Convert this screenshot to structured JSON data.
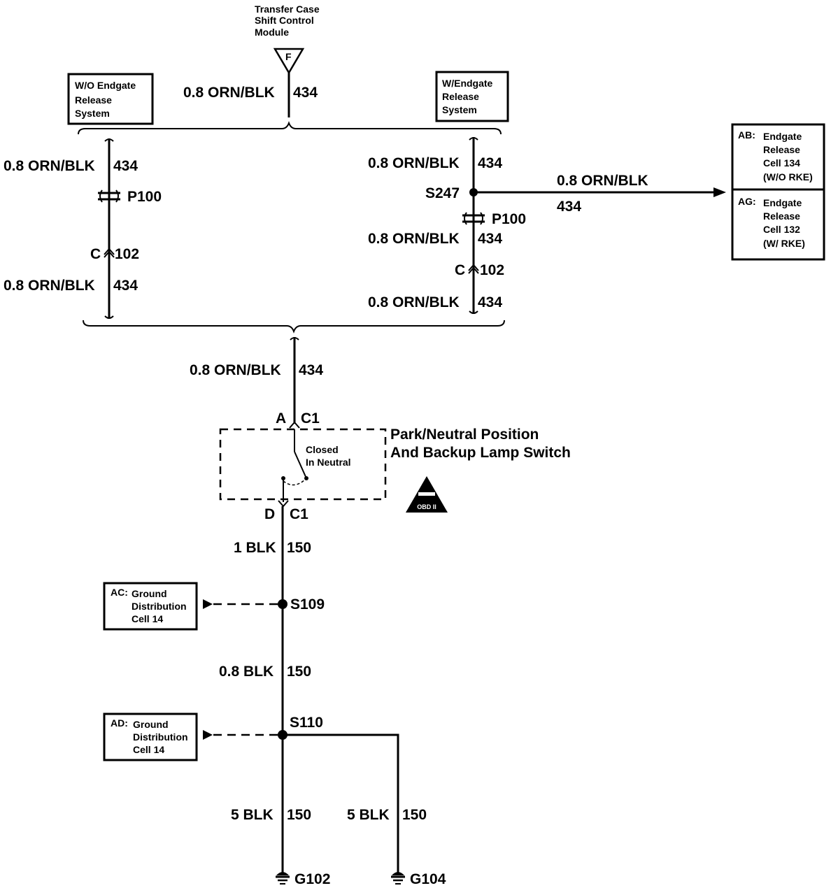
{
  "module_top": {
    "lines": [
      "Transfer Case",
      "Shift Control",
      "Module"
    ],
    "connector_letter": "F",
    "wire_gauge_color": "0.8 ORN/BLK",
    "circuit": "434"
  },
  "wo_endgate_box": {
    "lines": [
      "W/O  Endgate",
      "Release",
      "System"
    ]
  },
  "w_endgate_box": {
    "lines": [
      "W/Endgate",
      "Release",
      "System"
    ]
  },
  "left_branch": {
    "wire_top": "0.8 ORN/BLK",
    "circuit_top": "434",
    "connector_p": "P100",
    "connector_c_prefix": "C",
    "connector_c_num": "102",
    "wire_bottom": "0.8 ORN/BLK",
    "circuit_bottom": "434"
  },
  "right_branch": {
    "wire_top": "0.8 ORN/BLK",
    "circuit_top": "434",
    "splice": "S247",
    "connector_p": "P100",
    "wire_mid": "0.8 ORN/BLK",
    "circuit_mid": "434",
    "connector_c_prefix": "C",
    "connector_c_num": "102",
    "wire_bottom": "0.8 ORN/BLK",
    "circuit_bottom": "434"
  },
  "to_endgate": {
    "wire": "0.8 ORN/BLK",
    "circuit": "434",
    "box_ab": {
      "code": "AB:",
      "lines": [
        "Endgate",
        "Release",
        "Cell 134",
        "(W/O RKE)"
      ]
    },
    "box_ag": {
      "code": "AG:",
      "lines": [
        "Endgate",
        "Release",
        "Cell 132",
        "(W/    RKE)"
      ]
    }
  },
  "trunk": {
    "wire": "0.8 ORN/BLK",
    "circuit": "434"
  },
  "switch": {
    "pin_top": "A",
    "conn_top": "C1",
    "title_line1": "Park/Neutral Position",
    "title_line2": "And Backup Lamp Switch",
    "note_line1": "Closed",
    "note_line2": "In Neutral",
    "pin_bottom": "D",
    "conn_bottom": "C1",
    "obd_text": "OBD II"
  },
  "ground": {
    "wire1": "1 BLK",
    "circuit1": "150",
    "splice1": "S109",
    "box_ac": {
      "code": "AC:",
      "lines": [
        "Ground",
        "Distribution",
        "Cell 14"
      ]
    },
    "wire2": "0.8 BLK",
    "circuit2": "150",
    "splice2": "S110",
    "box_ad": {
      "code": "AD:",
      "lines": [
        "Ground",
        "Distribution",
        "Cell 14"
      ]
    },
    "wire3": "5 BLK",
    "circuit3": "150",
    "wire4": "5 BLK",
    "circuit4": "150",
    "g1": "G102",
    "g2": "G104"
  }
}
